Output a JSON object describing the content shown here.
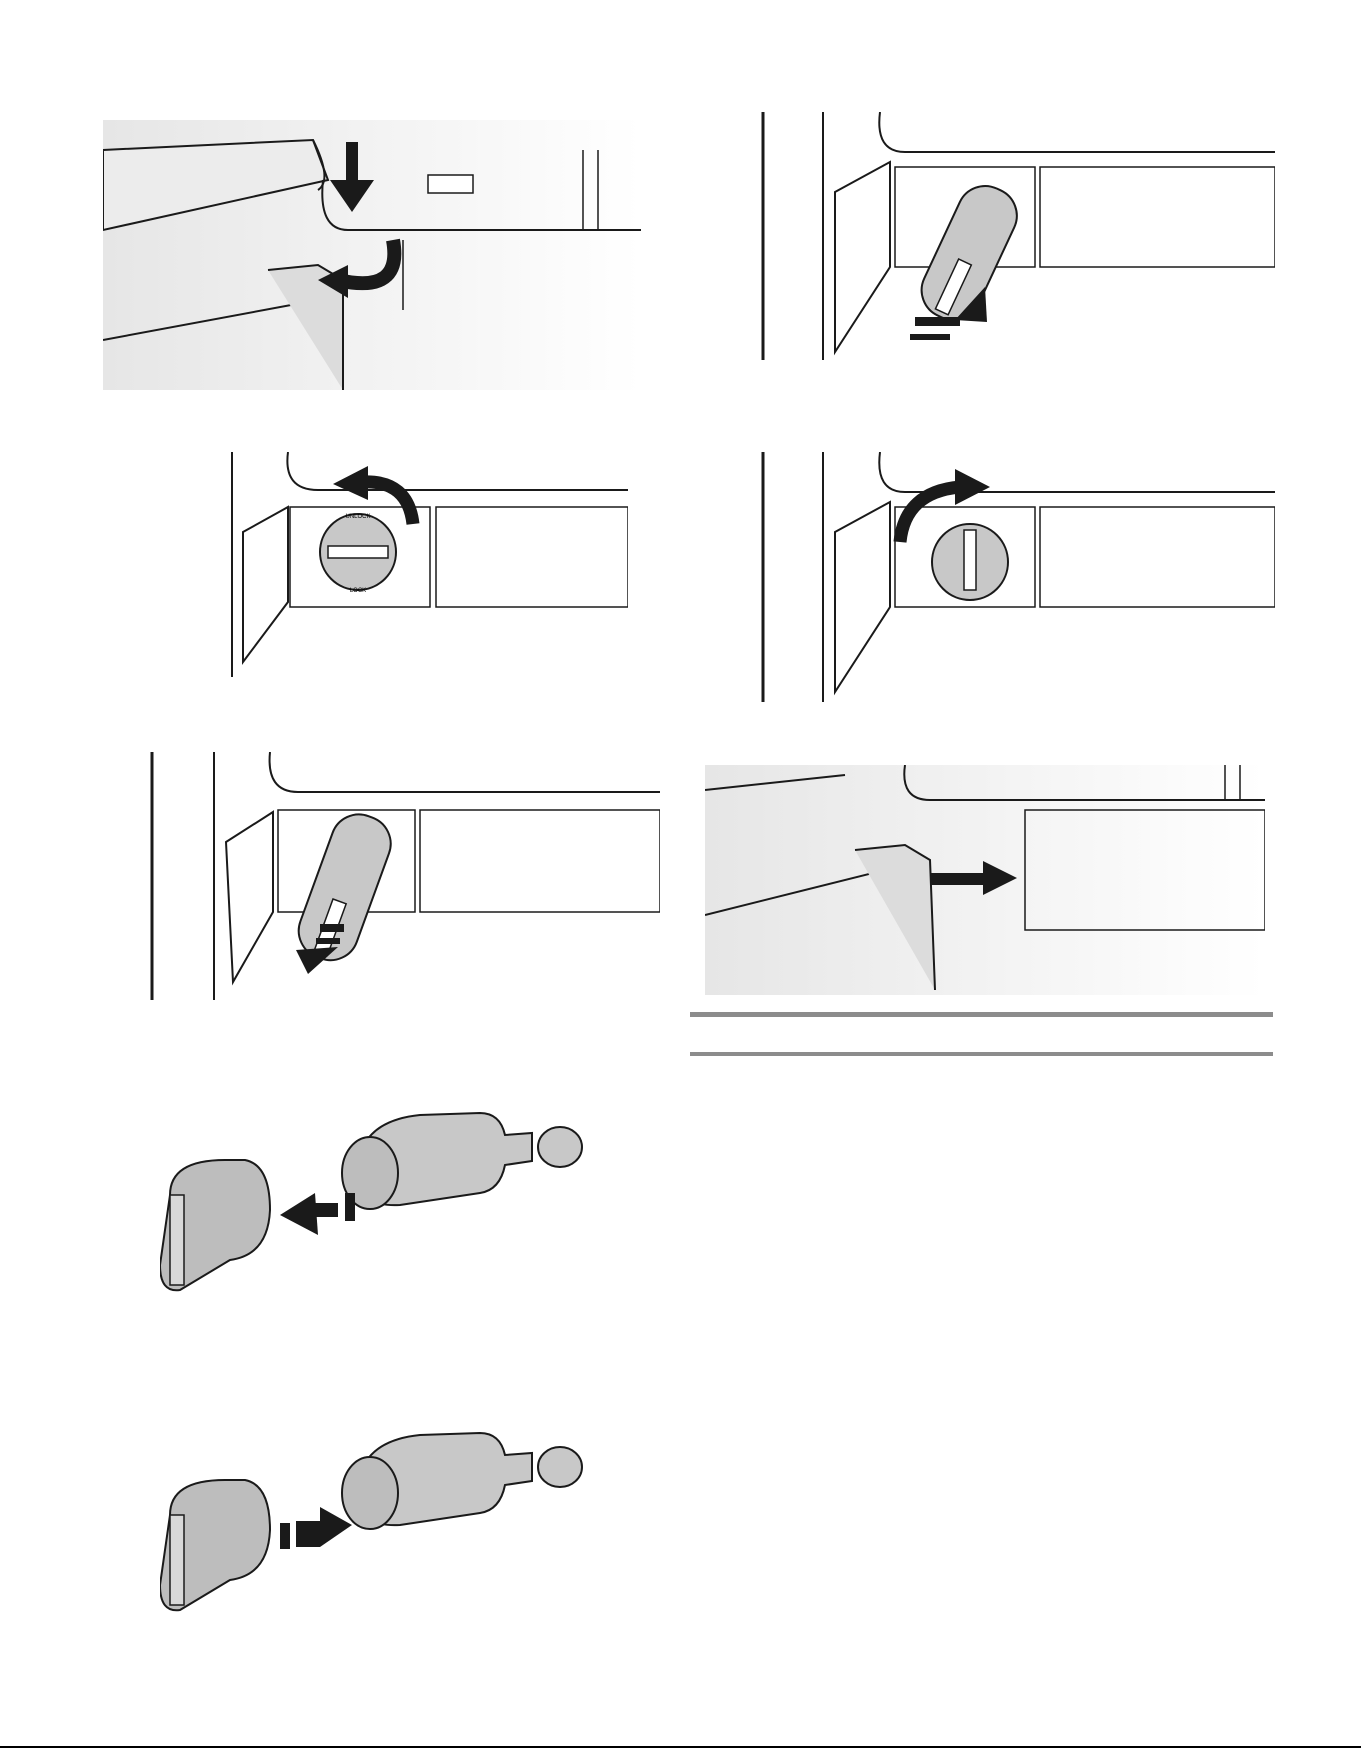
{
  "document": {
    "illustrations": [
      {
        "id": "fig-drawer-remove",
        "icons": [
          "arrow-down-icon",
          "curved-arrow-icon"
        ]
      },
      {
        "id": "fig-filter-insert",
        "icons": [
          "arrow-up-icon"
        ]
      },
      {
        "id": "fig-dial-unlock",
        "icons": [
          "curved-arrow-left-icon"
        ]
      },
      {
        "id": "fig-dial-lock",
        "icons": [
          "curved-arrow-right-icon"
        ]
      },
      {
        "id": "fig-filter-pull-out",
        "icons": [
          "arrow-down-icon"
        ]
      },
      {
        "id": "fig-drawer-replace",
        "icons": [
          "arrow-right-icon"
        ]
      },
      {
        "id": "fig-cap-remove",
        "icons": [
          "arrow-left-icon"
        ]
      },
      {
        "id": "fig-cap-attach",
        "icons": [
          "arrow-right-icon"
        ]
      }
    ],
    "dial_labels": {
      "unlock": "UNLOCK",
      "lock": "LOCK"
    },
    "colors": {
      "line": "#1a1a1a",
      "rule": "#8c8c8c",
      "shade": "#d8d8d8",
      "filter_body": "#c8c8c8"
    }
  }
}
